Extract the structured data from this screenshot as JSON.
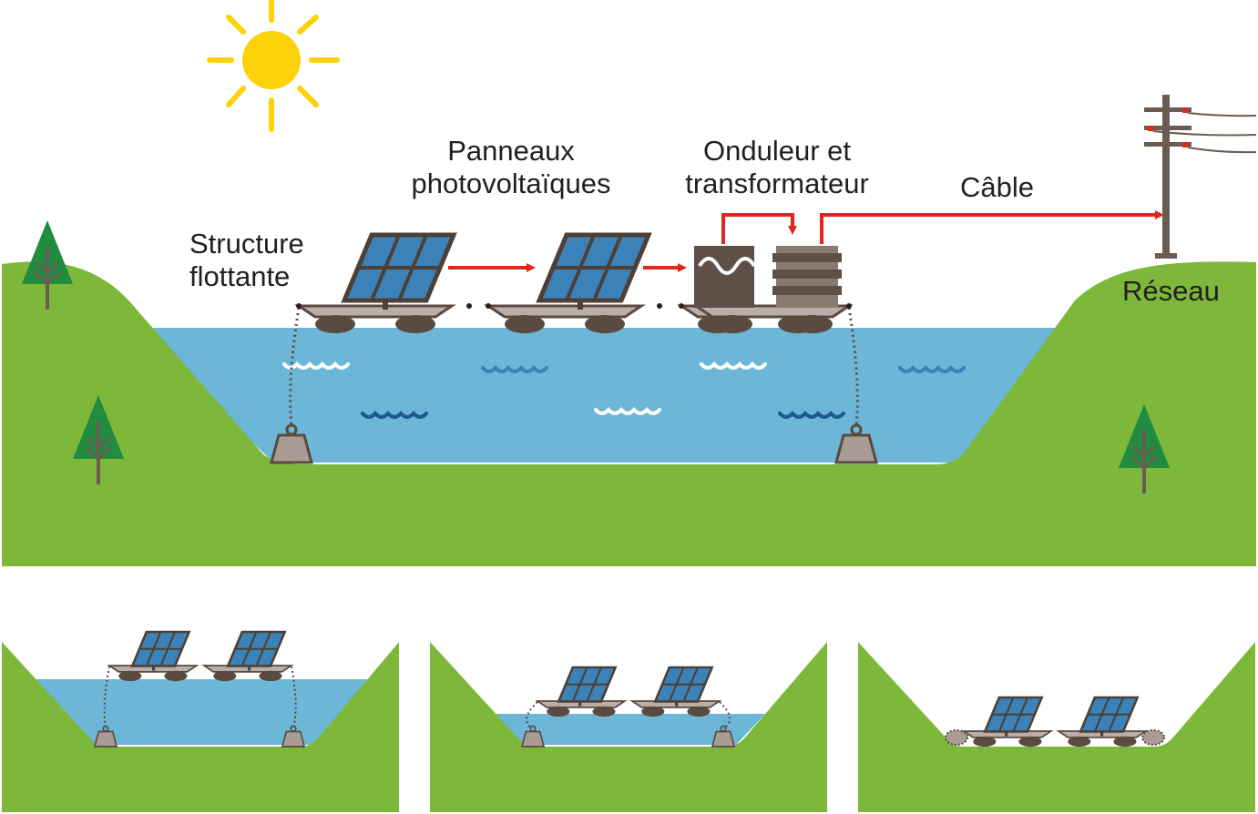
{
  "labels": {
    "floating_structure": [
      "Structure",
      "flottante"
    ],
    "pv_panels": [
      "Panneaux",
      "photovoltaïques"
    ],
    "inverter_transformer": [
      "Onduleur et",
      "transformateur"
    ],
    "cable": "Câble",
    "grid": "Réseau"
  },
  "colors": {
    "grass": "#7db83a",
    "water": "#6cb6d7",
    "panel": "#3b82b8",
    "panel_frame": "#4d4037",
    "float_deck": "#b9aea8",
    "float_pontoon": "#5a4a40",
    "inverter": "#5e5046",
    "anchor": "#a89c94",
    "sun": "#fdd20a",
    "arrow": "#e1261c",
    "tree": "#1f8c3f",
    "pole": "#6b5c52"
  },
  "icons": [
    "sun-icon",
    "tree-icon",
    "solar-panel-icon",
    "inverter-icon",
    "transformer-icon",
    "anchor-weight-icon",
    "utility-pole-icon",
    "wave-icon"
  ],
  "variants": [
    "high-water",
    "medium-water",
    "low-water"
  ]
}
